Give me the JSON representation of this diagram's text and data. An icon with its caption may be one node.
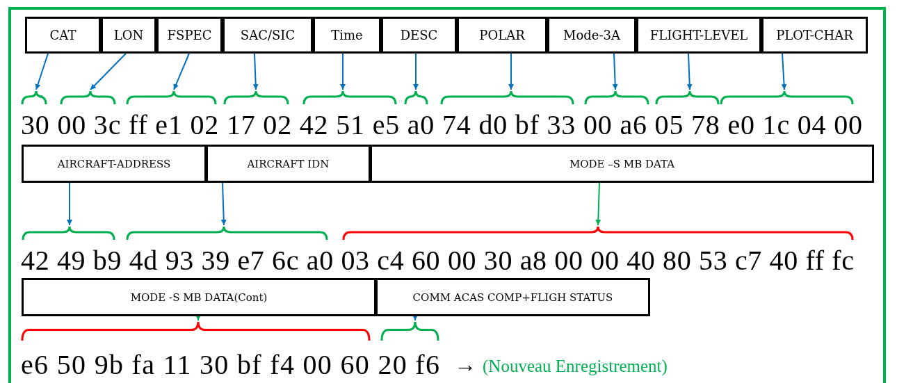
{
  "diagram": {
    "nodes": [
      {
        "text": [
          "CAT"
        ]
      },
      {
        "text": [
          "LON"
        ]
      },
      {
        "text": [
          "FSPEC"
        ]
      },
      {
        "text": [
          "SAC/SIC"
        ]
      },
      {
        "text": [
          "Time"
        ]
      },
      {
        "text": [
          "DESC"
        ]
      },
      {
        "text": [
          "POLAR"
        ]
      },
      {
        "text": [
          "Mode-3A"
        ]
      },
      {
        "text": [
          "FLIGHT-LEVEL"
        ]
      },
      {
        "text": [
          "PLOT-CHAR"
        ]
      },
      {
        "text": [],
        "shape": "brace"
      },
      {
        "text": [],
        "shape": "brace"
      },
      {
        "text": [],
        "shape": "brace"
      },
      {
        "text": [],
        "shape": "brace"
      },
      {
        "text": [],
        "shape": "brace"
      },
      {
        "text": [],
        "shape": "brace"
      },
      {
        "text": [],
        "shape": "brace"
      },
      {
        "text": [],
        "shape": "brace"
      },
      {
        "text": [],
        "shape": "brace"
      },
      {
        "text": [],
        "shape": "brace"
      },
      {
        "text": [
          "AIRCRAFT-ADDRESS"
        ]
      },
      {
        "text": [
          "AIRCRAFT IDN"
        ]
      },
      {
        "text": [
          "MODE –S MB DATA"
        ]
      },
      {
        "text": [],
        "shape": "brace"
      },
      {
        "text": [],
        "shape": "brace"
      },
      {
        "text": [],
        "shape": "brace"
      },
      {
        "text": [
          "MODE -S MB DATA(Cont)"
        ]
      },
      {
        "text": [
          "COMM ACAS COMP+FLIGH STATUS"
        ]
      },
      {
        "text": [],
        "shape": "brace"
      },
      {
        "text": [],
        "shape": "brace"
      }
    ],
    "edges": [
      {
        "from": 0,
        "to": 10,
        "arrow": "to"
      },
      {
        "from": 1,
        "to": 11,
        "arrow": "to"
      },
      {
        "from": 2,
        "to": 12,
        "arrow": "to"
      },
      {
        "from": 3,
        "to": 13,
        "arrow": "to"
      },
      {
        "from": 4,
        "to": 14,
        "arrow": "to"
      },
      {
        "from": 5,
        "to": 15,
        "arrow": "to"
      },
      {
        "from": 6,
        "to": 16,
        "arrow": "to"
      },
      {
        "from": 7,
        "to": 17,
        "arrow": "to"
      },
      {
        "from": 8,
        "to": 18,
        "arrow": "to"
      },
      {
        "from": 9,
        "to": 19,
        "arrow": "to"
      },
      {
        "from": 20,
        "to": 23,
        "arrow": "to"
      },
      {
        "from": 21,
        "to": 24,
        "arrow": "to"
      },
      {
        "from": 22,
        "to": 25,
        "arrow": "to",
        "color": "#00b050"
      },
      {
        "from": 26,
        "to": 28,
        "arrow": "to",
        "color": "#00b050"
      },
      {
        "from": 27,
        "to": 29,
        "arrow": "to"
      }
    ],
    "labels": [
      "30 00 3c ff e1 02 17 02 42 51 e5 a0 74 d0 bf 33 00 a6 05 78 e0 1c 04 00",
      "42 49 b9 4d 93 39 e7 6c a0 03 c4 60 00 30 a8 00 00 40 80 53 c7 40 ff fc",
      "e6 50 9b fa 11 30 bf f4 00 60 20 f6",
      "→",
      "(Nouveau Enregistrement)"
    ]
  }
}
